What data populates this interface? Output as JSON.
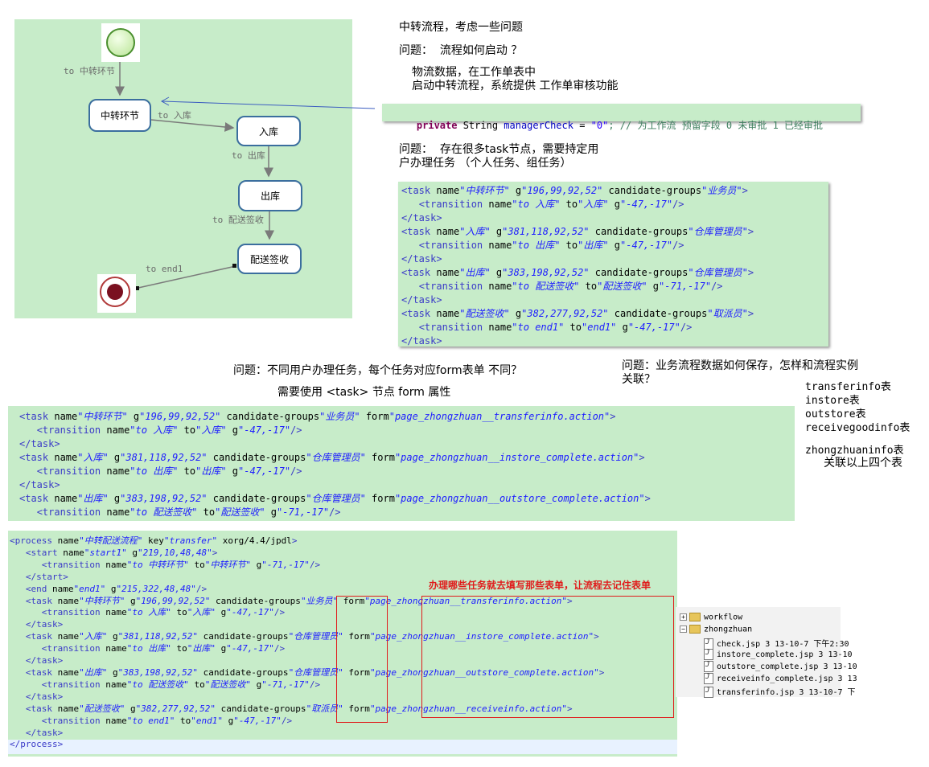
{
  "diagram": {
    "nodes": {
      "task1": "中转环节",
      "task2": "入库",
      "task3": "出库",
      "task4": "配送签收"
    },
    "edges": {
      "e_start": "to 中转环节",
      "e_1": "to 入库",
      "e_2": "to 出库",
      "e_3": "to 配送签收",
      "e_end": "to end1"
    }
  },
  "notes": {
    "n1": "中转流程，考虑一些问题",
    "n2": "问题：  流程如何启动 ？",
    "n3": "物流数据，在工作单表中\n启动中转流程，系统提供 工作单审核功能",
    "n4": "问题：  存在很多task节点，需要持定用\n户办理任务 （个人任务、组任务）",
    "n5": "问题：不同用户办理任务，每个任务对应form表单 不同？",
    "n6": "需要使用 <task> 节点 form 属性",
    "n7": "问题：业务流程数据如何保存，怎样和流程实例\n关联？",
    "n8": "transferinfo表\ninstore表\noutstore表\nreceivegoodinfo表",
    "n9": "zhongzhuaninfo表",
    "n10": "关联以上四个表",
    "red": "办理哪些任务就去填写那些表单，让流程去记住表单"
  },
  "java_line": {
    "kw": "private",
    "type": " String ",
    "field": "managerCheck",
    "eq": " = ",
    "value": "\"0\"",
    "comment": "; // 为工作流 预留字段 0 未审批 1 已经审批"
  },
  "code1": [
    "<task name=\"中转环节\" g=\"196,99,92,52\" candidate-groups=\"业务员\">",
    "   <transition name=\"to 入库\" to=\"入库\" g=\"-47,-17\"/>",
    "</task>",
    "<task name=\"入库\" g=\"381,118,92,52\" candidate-groups=\"仓库管理员\">",
    "   <transition name=\"to 出库\" to=\"出库\" g=\"-47,-17\"/>",
    "</task>",
    "<task name=\"出库\" g=\"383,198,92,52\" candidate-groups=\"仓库管理员\">",
    "   <transition name=\"to 配送签收\" to=\"配送签收\" g=\"-71,-17\"/>",
    "</task>",
    "<task name=\"配送签收\" g=\"382,277,92,52\" candidate-groups=\"取派员\">",
    "   <transition name=\"to end1\" to=\"end1\" g=\"-47,-17\"/>",
    "</task>"
  ],
  "code2": [
    "<task name=\"中转环节\" g=\"196,99,92,52\" candidate-groups=\"业务员\" form=\"page_zhongzhuan__transferinfo.action\">",
    "   <transition name=\"to 入库\" to=\"入库\" g=\"-47,-17\"/>",
    "</task>",
    "<task name=\"入库\" g=\"381,118,92,52\" candidate-groups=\"仓库管理员\" form=\"page_zhongzhuan__instore_complete.action\">",
    "   <transition name=\"to 出库\" to=\"出库\" g=\"-47,-17\"/>",
    "</task>",
    "<task name=\"出库\" g=\"383,198,92,52\" candidate-groups=\"仓库管理员\" form=\"page_zhongzhuan__outstore_complete.action\">",
    "   <transition name=\"to 配送签收\" to=\"配送签收\" g=\"-71,-17\"/>"
  ],
  "code3": [
    "<process name=\"中转配送流程\" key=\"transfer\" xorg/4.4/jpdl\">",
    "   <start name=\"start1\" g=\"219,10,48,48\">",
    "      <transition name=\"to 中转环节\" to=\"中转环节\" g=\"-71,-17\"/>",
    "   </start>",
    "   <end name=\"end1\" g=\"215,322,48,48\"/>",
    "   <task name=\"中转环节\" g=\"196,99,92,52\" candidate-groups=\"业务员\" form=\"page_zhongzhuan__transferinfo.action\">",
    "      <transition name=\"to 入库\" to=\"入库\" g=\"-47,-17\"/>",
    "   </task>",
    "   <task name=\"入库\" g=\"381,118,92,52\" candidate-groups=\"仓库管理员\" form=\"page_zhongzhuan__instore_complete.action\">",
    "      <transition name=\"to 出库\" to=\"出库\" g=\"-47,-17\"/>",
    "   </task>",
    "   <task name=\"出库\" g=\"383,198,92,52\" candidate-groups=\"仓库管理员\" form=\"page_zhongzhuan__outstore_complete.action\">",
    "      <transition name=\"to 配送签收\" to=\"配送签收\" g=\"-71,-17\"/>",
    "   </task>",
    "   <task name=\"配送签收\" g=\"382,277,92,52\" candidate-groups=\"取派员\" form=\"page_zhongzhuan__receiveinfo.action\">",
    "      <transition name=\"to end1\" to=\"end1\" g=\"-47,-17\"/>",
    "   </task>",
    "</process>"
  ],
  "tree": {
    "workflow": "workflow",
    "zhongzhuan": "zhongzhuan",
    "files": [
      "check.jsp 3  13-10-7 下午2:30",
      "instore_complete.jsp 3  13-10",
      "outstore_complete.jsp 3  13-10",
      "receiveinfo_complete.jsp 3  13",
      "transferinfo.jsp 3  13-10-7 下"
    ]
  }
}
